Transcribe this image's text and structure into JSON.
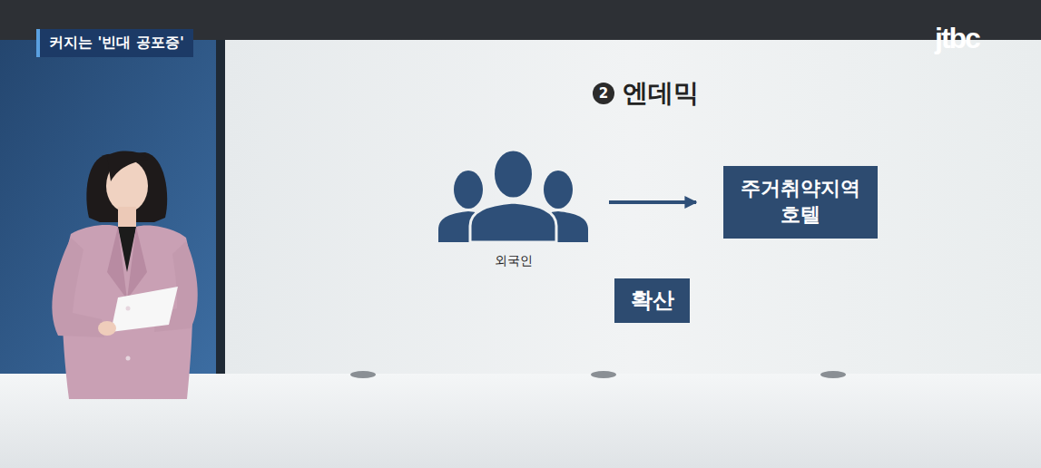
{
  "diagram": {
    "title": "엔데믹",
    "nodes": [
      {
        "text": [
          "외국인"
        ]
      },
      {
        "text": [
          "주거취약지역 호텔"
        ]
      },
      {
        "text": [
          "확산"
        ]
      }
    ],
    "edges": [
      {
        "from": 0,
        "to": 1,
        "arrow": "to"
      }
    ],
    "labels": [
      "커지는 '빈대 공포증'",
      "jtbc",
      "2"
    ]
  }
}
